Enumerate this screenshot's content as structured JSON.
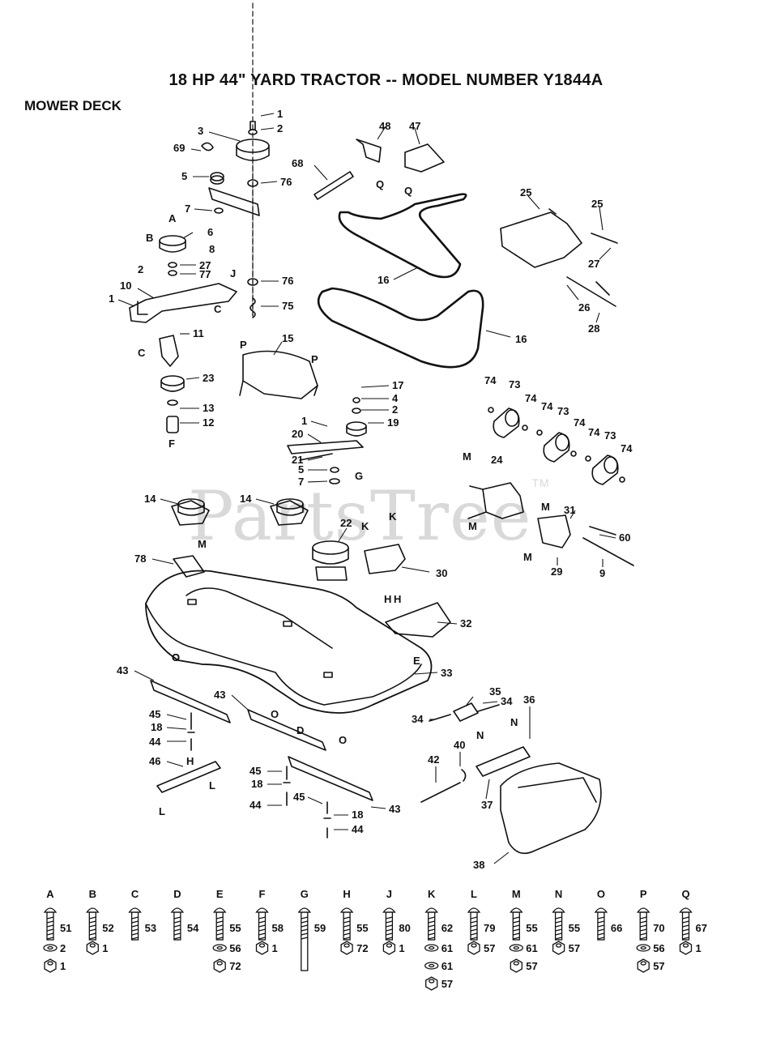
{
  "header": {
    "title": "18 HP 44\" YARD TRACTOR -- MODEL NUMBER Y1844A",
    "section": "MOWER DECK"
  },
  "watermark": {
    "text": "PartsTree",
    "mark": "TM"
  },
  "callouts": [
    {
      "id": "c1a",
      "label": "1"
    },
    {
      "id": "c2a",
      "label": "2"
    },
    {
      "id": "c3",
      "label": "3"
    },
    {
      "id": "c69",
      "label": "69"
    },
    {
      "id": "c5a",
      "label": "5"
    },
    {
      "id": "c76a",
      "label": "76"
    },
    {
      "id": "c68",
      "label": "68"
    },
    {
      "id": "c48",
      "label": "48"
    },
    {
      "id": "c47",
      "label": "47"
    },
    {
      "id": "c7a",
      "label": "7"
    },
    {
      "id": "c8",
      "label": "8"
    },
    {
      "id": "c6",
      "label": "6"
    },
    {
      "id": "c27",
      "label": "27"
    },
    {
      "id": "c77",
      "label": "77"
    },
    {
      "id": "c2b",
      "label": "2"
    },
    {
      "id": "c10",
      "label": "10"
    },
    {
      "id": "c1b",
      "label": "1"
    },
    {
      "id": "c76b",
      "label": "76"
    },
    {
      "id": "c75",
      "label": "75"
    },
    {
      "id": "c11",
      "label": "11"
    },
    {
      "id": "c16a",
      "label": "16"
    },
    {
      "id": "c16b",
      "label": "16"
    },
    {
      "id": "c25a",
      "label": "25"
    },
    {
      "id": "c25b",
      "label": "25"
    },
    {
      "id": "c27b",
      "label": "27"
    },
    {
      "id": "c26",
      "label": "26"
    },
    {
      "id": "c28",
      "label": "28"
    },
    {
      "id": "c15",
      "label": "15"
    },
    {
      "id": "c23",
      "label": "23"
    },
    {
      "id": "c13",
      "label": "13"
    },
    {
      "id": "c12",
      "label": "12"
    },
    {
      "id": "c17",
      "label": "17"
    },
    {
      "id": "c4",
      "label": "4"
    },
    {
      "id": "c2c",
      "label": "2"
    },
    {
      "id": "c1c",
      "label": "1"
    },
    {
      "id": "c19",
      "label": "19"
    },
    {
      "id": "c20",
      "label": "20"
    },
    {
      "id": "c21",
      "label": "21"
    },
    {
      "id": "c5b",
      "label": "5"
    },
    {
      "id": "c7b",
      "label": "7"
    },
    {
      "id": "c74a",
      "label": "74"
    },
    {
      "id": "c73a",
      "label": "73"
    },
    {
      "id": "c74b",
      "label": "74"
    },
    {
      "id": "c74c",
      "label": "74"
    },
    {
      "id": "c73b",
      "label": "73"
    },
    {
      "id": "c74d",
      "label": "74"
    },
    {
      "id": "c74e",
      "label": "74"
    },
    {
      "id": "c73c",
      "label": "73"
    },
    {
      "id": "c74f",
      "label": "74"
    },
    {
      "id": "c24",
      "label": "24"
    },
    {
      "id": "c14a",
      "label": "14"
    },
    {
      "id": "c14b",
      "label": "14"
    },
    {
      "id": "c22",
      "label": "22"
    },
    {
      "id": "c78",
      "label": "78"
    },
    {
      "id": "c30",
      "label": "30"
    },
    {
      "id": "c31",
      "label": "31"
    },
    {
      "id": "c60",
      "label": "60"
    },
    {
      "id": "c29",
      "label": "29"
    },
    {
      "id": "c9",
      "label": "9"
    },
    {
      "id": "c32",
      "label": "32"
    },
    {
      "id": "c33",
      "label": "33"
    },
    {
      "id": "c43a",
      "label": "43"
    },
    {
      "id": "c43b",
      "label": "43"
    },
    {
      "id": "c43c",
      "label": "43"
    },
    {
      "id": "c45a",
      "label": "45"
    },
    {
      "id": "c18a",
      "label": "18"
    },
    {
      "id": "c44a",
      "label": "44"
    },
    {
      "id": "c46",
      "label": "46"
    },
    {
      "id": "c45b",
      "label": "45"
    },
    {
      "id": "c18b",
      "label": "18"
    },
    {
      "id": "c44b",
      "label": "44"
    },
    {
      "id": "c45c",
      "label": "45"
    },
    {
      "id": "c18c",
      "label": "18"
    },
    {
      "id": "c44c",
      "label": "44"
    },
    {
      "id": "c35",
      "label": "35"
    },
    {
      "id": "c34a",
      "label": "34"
    },
    {
      "id": "c34b",
      "label": "34"
    },
    {
      "id": "c36",
      "label": "36"
    },
    {
      "id": "c40",
      "label": "40"
    },
    {
      "id": "c42",
      "label": "42"
    },
    {
      "id": "c37",
      "label": "37"
    },
    {
      "id": "c38",
      "label": "38"
    }
  ],
  "refletters": [
    {
      "id": "rA",
      "label": "A"
    },
    {
      "id": "rB",
      "label": "B"
    },
    {
      "id": "rJ",
      "label": "J"
    },
    {
      "id": "rC1",
      "label": "C"
    },
    {
      "id": "rC2",
      "label": "C"
    },
    {
      "id": "rF",
      "label": "F"
    },
    {
      "id": "rQ1",
      "label": "Q"
    },
    {
      "id": "rQ2",
      "label": "Q"
    },
    {
      "id": "rP1",
      "label": "P"
    },
    {
      "id": "rP2",
      "label": "P"
    },
    {
      "id": "rG",
      "label": "G"
    },
    {
      "id": "rK1",
      "label": "K"
    },
    {
      "id": "rK2",
      "label": "K"
    },
    {
      "id": "rM1",
      "label": "M"
    },
    {
      "id": "rM2",
      "label": "M"
    },
    {
      "id": "rM3",
      "label": "M"
    },
    {
      "id": "rM4",
      "label": "M"
    },
    {
      "id": "rM5",
      "label": "M"
    },
    {
      "id": "rH1",
      "label": "H"
    },
    {
      "id": "rH2",
      "label": "H"
    },
    {
      "id": "rE",
      "label": "E"
    },
    {
      "id": "rN1",
      "label": "N"
    },
    {
      "id": "rN2",
      "label": "N"
    },
    {
      "id": "rO1",
      "label": "O"
    },
    {
      "id": "rO2",
      "label": "O"
    },
    {
      "id": "rO3",
      "label": "O"
    },
    {
      "id": "rO4",
      "label": "O"
    },
    {
      "id": "rD",
      "label": "D"
    },
    {
      "id": "rH3",
      "label": "H"
    },
    {
      "id": "rL1",
      "label": "L"
    },
    {
      "id": "rL2",
      "label": "L"
    }
  ],
  "hardware_legend": [
    {
      "letter": "A",
      "items": [
        "51",
        "2",
        "1"
      ]
    },
    {
      "letter": "B",
      "items": [
        "52",
        "1"
      ]
    },
    {
      "letter": "C",
      "items": [
        "53"
      ]
    },
    {
      "letter": "D",
      "items": [
        "54"
      ]
    },
    {
      "letter": "E",
      "items": [
        "55",
        "56",
        "72"
      ]
    },
    {
      "letter": "F",
      "items": [
        "58",
        "1"
      ]
    },
    {
      "letter": "G",
      "items": [
        "59"
      ]
    },
    {
      "letter": "H",
      "items": [
        "55",
        "72"
      ]
    },
    {
      "letter": "J",
      "items": [
        "80",
        "1"
      ]
    },
    {
      "letter": "K",
      "items": [
        "62",
        "61",
        "61",
        "57"
      ]
    },
    {
      "letter": "L",
      "items": [
        "79",
        "57"
      ]
    },
    {
      "letter": "M",
      "items": [
        "55",
        "61",
        "57"
      ]
    },
    {
      "letter": "N",
      "items": [
        "55",
        "57"
      ]
    },
    {
      "letter": "O",
      "items": [
        "66"
      ]
    },
    {
      "letter": "P",
      "items": [
        "70",
        "56",
        "57"
      ]
    },
    {
      "letter": "Q",
      "items": [
        "67",
        "1"
      ]
    }
  ]
}
